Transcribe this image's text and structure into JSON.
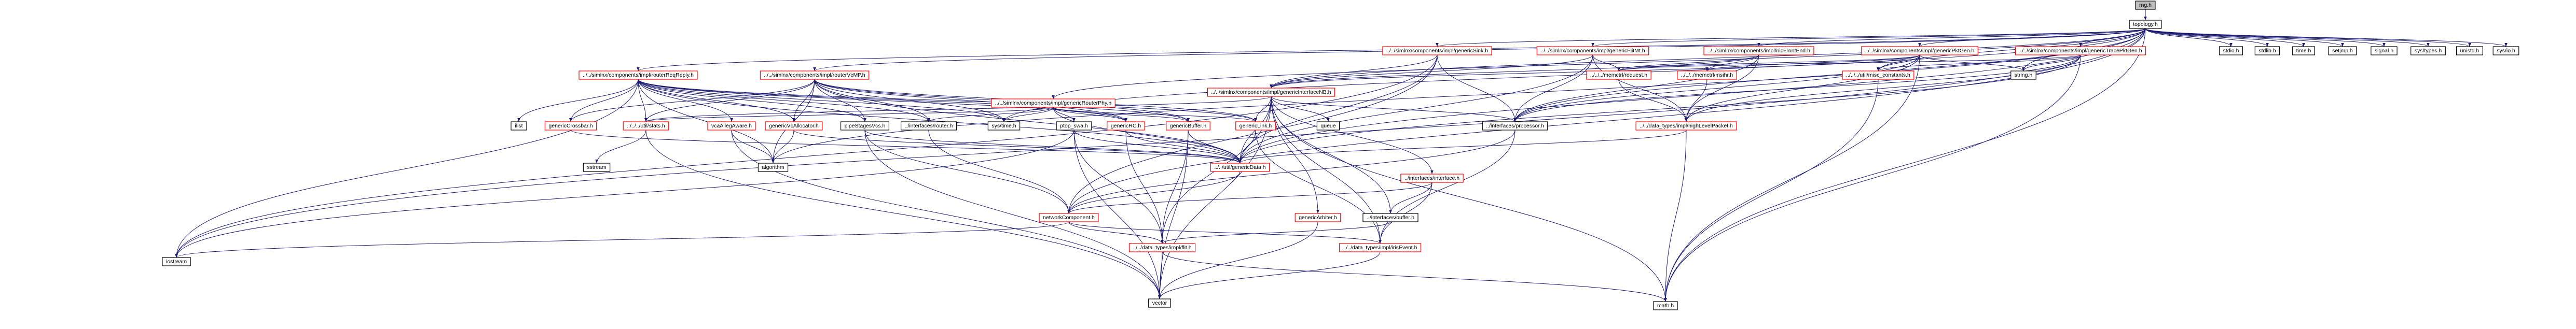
{
  "graph": {
    "colors": {
      "edge": "#191970",
      "normal_border": "#000000",
      "missing_border": "#ff0000",
      "highlight_fill": "#bfbfbf",
      "node_fill": "#ffffff"
    },
    "nodes": [
      {
        "id": "root",
        "label": "rng.h",
        "kind": "highlight"
      },
      {
        "id": "topology",
        "label": "topology.h",
        "kind": "normal"
      },
      {
        "id": "sink",
        "label": "../../simlnx/components/impl/genericSink.h",
        "kind": "missing"
      },
      {
        "id": "flitmt",
        "label": "../../simlnx/components/impl/genericFlitMt.h",
        "kind": "missing"
      },
      {
        "id": "frontend",
        "label": "../../simlnx/components/impl/nicFrontEnd.h",
        "kind": "missing"
      },
      {
        "id": "pktgen",
        "label": "../../simlnx/components/impl/genericPktGen.h",
        "kind": "missing"
      },
      {
        "id": "tracepktgen",
        "label": "../../simlnx/components/impl/genericTracePktGen.h",
        "kind": "missing"
      },
      {
        "id": "stdio",
        "label": "stdio.h",
        "kind": "normal"
      },
      {
        "id": "stdlib",
        "label": "stdlib.h",
        "kind": "normal"
      },
      {
        "id": "time",
        "label": "time.h",
        "kind": "normal"
      },
      {
        "id": "setjmp",
        "label": "setjmp.h",
        "kind": "normal"
      },
      {
        "id": "signal",
        "label": "signal.h",
        "kind": "normal"
      },
      {
        "id": "systypes",
        "label": "sys/types.h",
        "kind": "normal"
      },
      {
        "id": "unistd",
        "label": "unistd.h",
        "kind": "normal"
      },
      {
        "id": "sysio",
        "label": "sys/io.h",
        "kind": "normal"
      },
      {
        "id": "routerreq",
        "label": "../../simlnx/components/impl/routerReqReply.h",
        "kind": "missing"
      },
      {
        "id": "routervcmp",
        "label": "../../simlnx/components/impl/routerVcMP.h",
        "kind": "missing"
      },
      {
        "id": "iface_nb",
        "label": "../../simlnx/components/impl/genericInterfaceNB.h",
        "kind": "missing"
      },
      {
        "id": "routerphy",
        "label": "../../simlnx/components/impl/genericRouterPhy.h",
        "kind": "missing"
      },
      {
        "id": "mmsg",
        "label": "../../../memctrl/request.h",
        "kind": "missing"
      },
      {
        "id": "mmsgr",
        "label": "../../../memctrl/msihr.h",
        "kind": "missing"
      },
      {
        "id": "misc",
        "label": "../../../util/misc_constants.h",
        "kind": "missing"
      },
      {
        "id": "string",
        "label": "string.h",
        "kind": "normal"
      },
      {
        "id": "bits",
        "label": "ilist",
        "kind": "normal"
      },
      {
        "id": "crossbar",
        "label": "genericCrossbar.h",
        "kind": "missing"
      },
      {
        "id": "stats",
        "label": "../../../util/stats.h",
        "kind": "missing"
      },
      {
        "id": "vcaware",
        "label": "vcaAllegAware.h",
        "kind": "missing"
      },
      {
        "id": "vcallocator",
        "label": "genericVcAllocator.h",
        "kind": "missing"
      },
      {
        "id": "pipestages",
        "label": "pipeStagesVcs.h",
        "kind": "normal"
      },
      {
        "id": "ifrouter",
        "label": "../interfaces/router.h",
        "kind": "normal"
      },
      {
        "id": "systime",
        "label": "sys/time.h",
        "kind": "normal"
      },
      {
        "id": "ptopswa",
        "label": "ptop_swa.h",
        "kind": "normal"
      },
      {
        "id": "genericrc",
        "label": "genericRC.h",
        "kind": "missing"
      },
      {
        "id": "genbuffer",
        "label": "genericBuffer.h",
        "kind": "missing"
      },
      {
        "id": "genlink",
        "label": "genericLink.h",
        "kind": "missing"
      },
      {
        "id": "queue",
        "label": "queue",
        "kind": "normal"
      },
      {
        "id": "processor",
        "label": "../interfaces/processor.h",
        "kind": "normal"
      },
      {
        "id": "hlpkt",
        "label": "../../data_types/impl/highLevelPacket.h",
        "kind": "missing"
      },
      {
        "id": "sstream",
        "label": "sstream",
        "kind": "normal"
      },
      {
        "id": "algorithm",
        "label": "algorithm",
        "kind": "normal"
      },
      {
        "id": "gendata",
        "label": "../../util/genericData.h",
        "kind": "missing"
      },
      {
        "id": "ifinterface",
        "label": "../interfaces/interface.h",
        "kind": "missing"
      },
      {
        "id": "networkcomp",
        "label": "networkComponent.h",
        "kind": "missing"
      },
      {
        "id": "arbiter",
        "label": "genericArbiter.h",
        "kind": "missing"
      },
      {
        "id": "ifbuffer",
        "label": "../interfaces/buffer.h",
        "kind": "normal"
      },
      {
        "id": "iostream",
        "label": "iostream",
        "kind": "normal"
      },
      {
        "id": "flit",
        "label": "../../data_types/impl/flit.h",
        "kind": "missing"
      },
      {
        "id": "irisevent",
        "label": "../../data_types/impl/irisEvent.h",
        "kind": "missing"
      },
      {
        "id": "vector",
        "label": "vector",
        "kind": "normal"
      },
      {
        "id": "math",
        "label": "math.h",
        "kind": "normal"
      }
    ],
    "edges": [
      [
        "root",
        "topology"
      ],
      [
        "topology",
        "sink"
      ],
      [
        "topology",
        "flitmt"
      ],
      [
        "topology",
        "frontend"
      ],
      [
        "topology",
        "pktgen"
      ],
      [
        "topology",
        "tracepktgen"
      ],
      [
        "topology",
        "stdio"
      ],
      [
        "topology",
        "stdlib"
      ],
      [
        "topology",
        "time"
      ],
      [
        "topology",
        "setjmp"
      ],
      [
        "topology",
        "signal"
      ],
      [
        "topology",
        "systypes"
      ],
      [
        "topology",
        "unistd"
      ],
      [
        "topology",
        "sysio"
      ],
      [
        "topology",
        "routerreq"
      ],
      [
        "topology",
        "routervcmp"
      ],
      [
        "topology",
        "routerphy"
      ],
      [
        "topology",
        "iface_nb"
      ],
      [
        "topology",
        "string"
      ],
      [
        "topology",
        "iostream"
      ],
      [
        "topology",
        "algorithm"
      ],
      [
        "topology",
        "gendata"
      ],
      [
        "topology",
        "networkcomp"
      ],
      [
        "topology",
        "processor"
      ],
      [
        "topology",
        "systime"
      ],
      [
        "topology",
        "math"
      ],
      [
        "topology",
        "misc"
      ],
      [
        "sink",
        "iface_nb"
      ],
      [
        "sink",
        "gendata"
      ],
      [
        "sink",
        "processor"
      ],
      [
        "sink",
        "iostream"
      ],
      [
        "sink",
        "networkcomp"
      ],
      [
        "flitmt",
        "iface_nb"
      ],
      [
        "flitmt",
        "mmsg"
      ],
      [
        "flitmt",
        "processor"
      ],
      [
        "flitmt",
        "hlpkt"
      ],
      [
        "flitmt",
        "gendata"
      ],
      [
        "frontend",
        "mmsg"
      ],
      [
        "frontend",
        "mmsgr"
      ],
      [
        "frontend",
        "hlpkt"
      ],
      [
        "frontend",
        "iface_nb"
      ],
      [
        "frontend",
        "processor"
      ],
      [
        "pktgen",
        "mmsg"
      ],
      [
        "pktgen",
        "mmsgr"
      ],
      [
        "pktgen",
        "misc"
      ],
      [
        "pktgen",
        "string"
      ],
      [
        "pktgen",
        "hlpkt"
      ],
      [
        "pktgen",
        "processor"
      ],
      [
        "pktgen",
        "math"
      ],
      [
        "pktgen",
        "iface_nb"
      ],
      [
        "tracepktgen",
        "mmsg"
      ],
      [
        "tracepktgen",
        "misc"
      ],
      [
        "tracepktgen",
        "string"
      ],
      [
        "tracepktgen",
        "hlpkt"
      ],
      [
        "tracepktgen",
        "processor"
      ],
      [
        "tracepktgen",
        "math"
      ],
      [
        "tracepktgen",
        "gendata"
      ],
      [
        "routerreq",
        "bits"
      ],
      [
        "routerreq",
        "crossbar"
      ],
      [
        "routerreq",
        "stats"
      ],
      [
        "routerreq",
        "vcaware"
      ],
      [
        "routerreq",
        "vcallocator"
      ],
      [
        "routerreq",
        "pipestages"
      ],
      [
        "routerreq",
        "ifrouter"
      ],
      [
        "routerreq",
        "systime"
      ],
      [
        "routerreq",
        "genericrc"
      ],
      [
        "routerreq",
        "genbuffer"
      ],
      [
        "routerreq",
        "genlink"
      ],
      [
        "routerreq",
        "algorithm"
      ],
      [
        "routerreq",
        "iostream"
      ],
      [
        "routerreq",
        "gendata"
      ],
      [
        "routervcmp",
        "stats"
      ],
      [
        "routervcmp",
        "crossbar"
      ],
      [
        "routervcmp",
        "vcallocator"
      ],
      [
        "routervcmp",
        "pipestages"
      ],
      [
        "routervcmp",
        "ifrouter"
      ],
      [
        "routervcmp",
        "systime"
      ],
      [
        "routervcmp",
        "genericrc"
      ],
      [
        "routervcmp",
        "genbuffer"
      ],
      [
        "routervcmp",
        "genlink"
      ],
      [
        "routervcmp",
        "algorithm"
      ],
      [
        "routervcmp",
        "gendata"
      ],
      [
        "routerphy",
        "ifrouter"
      ],
      [
        "routerphy",
        "ptopswa"
      ],
      [
        "routerphy",
        "genbuffer"
      ],
      [
        "routerphy",
        "genlink"
      ],
      [
        "routerphy",
        "stats"
      ],
      [
        "routerphy",
        "systime"
      ],
      [
        "routerphy",
        "genericrc"
      ],
      [
        "routerphy",
        "gendata"
      ],
      [
        "iface_nb",
        "queue"
      ],
      [
        "iface_nb",
        "processor"
      ],
      [
        "iface_nb",
        "genlink"
      ],
      [
        "iface_nb",
        "gendata"
      ],
      [
        "iface_nb",
        "ifinterface"
      ],
      [
        "iface_nb",
        "arbiter"
      ],
      [
        "iface_nb",
        "ifbuffer"
      ],
      [
        "iface_nb",
        "flit"
      ],
      [
        "iface_nb",
        "irisevent"
      ],
      [
        "iface_nb",
        "stats"
      ],
      [
        "iface_nb",
        "math"
      ],
      [
        "iface_nb",
        "vector"
      ],
      [
        "mmsg",
        "hlpkt"
      ],
      [
        "mmsgr",
        "hlpkt"
      ],
      [
        "misc",
        "math"
      ],
      [
        "crossbar",
        "gendata"
      ],
      [
        "stats",
        "sstream"
      ],
      [
        "stats",
        "vector"
      ],
      [
        "vcaware",
        "algorithm"
      ],
      [
        "vcaware",
        "vector"
      ],
      [
        "vcallocator",
        "algorithm"
      ],
      [
        "vcallocator",
        "gendata"
      ],
      [
        "pipestages",
        "gendata"
      ],
      [
        "pipestages",
        "networkcomp"
      ],
      [
        "pipestages",
        "vector"
      ],
      [
        "ifrouter",
        "networkcomp"
      ],
      [
        "ptopswa",
        "gendata"
      ],
      [
        "ptopswa",
        "iostream"
      ],
      [
        "ptopswa",
        "vector"
      ],
      [
        "ptopswa",
        "flit"
      ],
      [
        "genericrc",
        "gendata"
      ],
      [
        "genericrc",
        "flit"
      ],
      [
        "genbuffer",
        "gendata"
      ],
      [
        "genbuffer",
        "flit"
      ],
      [
        "genbuffer",
        "vector"
      ],
      [
        "genlink",
        "gendata"
      ],
      [
        "genlink",
        "irisevent"
      ],
      [
        "processor",
        "networkcomp"
      ],
      [
        "processor",
        "irisevent"
      ],
      [
        "hlpkt",
        "gendata"
      ],
      [
        "hlpkt",
        "math"
      ],
      [
        "gendata",
        "networkcomp"
      ],
      [
        "ifinterface",
        "networkcomp"
      ],
      [
        "ifinterface",
        "irisevent"
      ],
      [
        "ifinterface",
        "ifbuffer"
      ],
      [
        "networkcomp",
        "iostream"
      ],
      [
        "networkcomp",
        "irisevent"
      ],
      [
        "networkcomp",
        "flit"
      ],
      [
        "arbiter",
        "vector"
      ],
      [
        "ifbuffer",
        "flit"
      ],
      [
        "flit",
        "vector"
      ],
      [
        "flit",
        "math"
      ],
      [
        "irisevent",
        "vector"
      ]
    ]
  }
}
